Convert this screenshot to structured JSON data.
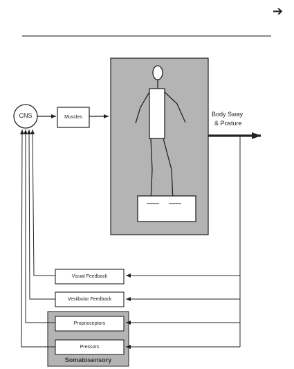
{
  "nav": {
    "arrow": "➔",
    "arrow_icon": "right-arrow-icon"
  },
  "diagram": {
    "cns": "CNS",
    "muscles": "Muscles",
    "output": {
      "line1": "Body Sway",
      "line2": "& Posture"
    },
    "feedback": {
      "visual": "Visual Feedback",
      "vestibular": "Vestibular Feedback",
      "proprioceptors": "Proprioceptors",
      "pressors": "Pressors"
    },
    "somatosensory": "Somatosensory"
  },
  "colors": {
    "panel_gray": "#b4b4b4",
    "stroke": "#222222",
    "background": "#ffffff"
  }
}
